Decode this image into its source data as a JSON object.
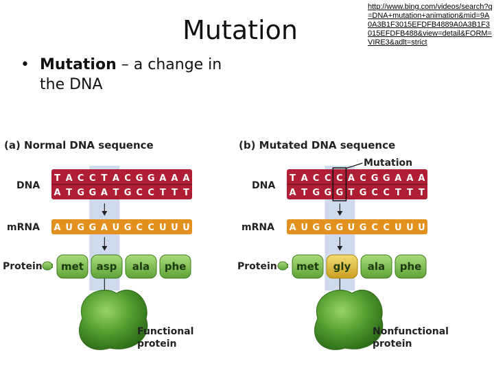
{
  "slide": {
    "title": "Mutation",
    "url": "http://www.bing.com/videos/search?q=DNA+mutation+animation&mid=9A0A3B1F3015EFDFB4889A0A3B1F3015EFDFB488&view=detail&FORM=VIRE3&adlt=strict",
    "bullet_term": "Mutation",
    "bullet_rest": " – a change in the DNA"
  },
  "figure": {
    "panel_a": {
      "heading_letter": "(a)",
      "heading": "Normal DNA sequence",
      "dna_top": [
        "T",
        "A",
        "C",
        "C",
        "T",
        "A",
        "C",
        "G",
        "G",
        "A",
        "A",
        "A"
      ],
      "dna_bottom": [
        "A",
        "T",
        "G",
        "G",
        "A",
        "T",
        "G",
        "C",
        "C",
        "T",
        "T",
        "T"
      ],
      "mrna": [
        "A",
        "U",
        "G",
        "G",
        "A",
        "U",
        "G",
        "C",
        "C",
        "U",
        "U",
        "U"
      ],
      "amino_acids": [
        "met",
        "asp",
        "ala",
        "phe"
      ],
      "result": "Functional protein"
    },
    "panel_b": {
      "heading_letter": "(b)",
      "heading": "Mutated DNA sequence",
      "mutation_label": "Mutation",
      "dna_top": [
        "T",
        "A",
        "C",
        "C",
        "C",
        "A",
        "C",
        "G",
        "G",
        "A",
        "A",
        "A"
      ],
      "dna_bottom": [
        "A",
        "T",
        "G",
        "G",
        "G",
        "T",
        "G",
        "C",
        "C",
        "T",
        "T",
        "T"
      ],
      "mrna": [
        "A",
        "U",
        "G",
        "G",
        "G",
        "U",
        "G",
        "C",
        "C",
        "U",
        "U",
        "U"
      ],
      "amino_acids": [
        "met",
        "gly",
        "ala",
        "phe"
      ],
      "result": "Nonfunctional protein"
    },
    "row_labels": {
      "dna": "DNA",
      "mrna": "mRNA",
      "protein": "Protein"
    },
    "colors": {
      "dna": "#b01e35",
      "mrna": "#e2901e",
      "protein": "#6bb33d",
      "mutant_aa": "#d9b52a",
      "highlight": "#c7d3ea"
    }
  }
}
